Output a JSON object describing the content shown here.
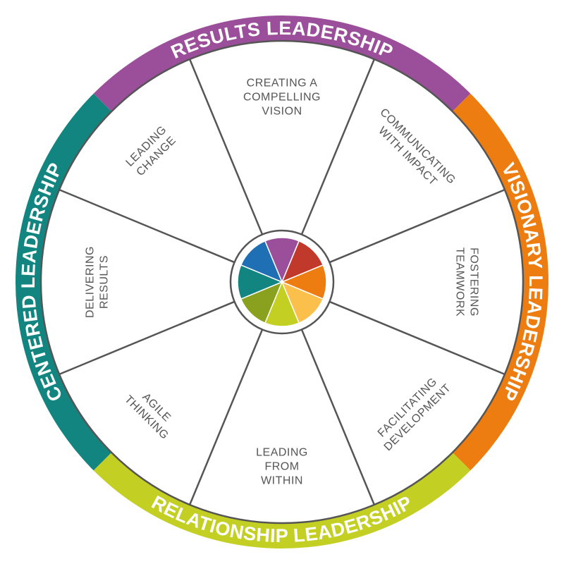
{
  "rings": [
    {
      "label": "RESULTS LEADERSHIP",
      "color": "#9b4f9b"
    },
    {
      "label": "VISIONARY LEADERSHIP",
      "color": "#ee7d11"
    },
    {
      "label": "RELATIONSHIP LEADERSHIP",
      "color": "#c3cf22"
    },
    {
      "label": "CENTERED LEADERSHIP",
      "color": "#138580"
    }
  ],
  "segments": [
    {
      "lines": [
        "DELIVERING",
        "RESULTS"
      ]
    },
    {
      "lines": [
        "LEADING",
        "CHANGE"
      ]
    },
    {
      "lines": [
        "CREATING A",
        "COMPELLING",
        "VISION"
      ]
    },
    {
      "lines": [
        "COMMUNICATING",
        "WITH IMPACT"
      ]
    },
    {
      "lines": [
        "FOSTERING",
        "TEAMWORK"
      ]
    },
    {
      "lines": [
        "FACILITATING",
        "DEVELOPMENT"
      ]
    },
    {
      "lines": [
        "LEADING",
        "FROM",
        "WITHIN"
      ]
    },
    {
      "lines": [
        "AGILE",
        "THINKING"
      ]
    }
  ],
  "hub_colors": [
    "#9b4f9b",
    "#c0392b",
    "#ee7d11",
    "#fbc04c",
    "#c3cf22",
    "#89a11e",
    "#138580",
    "#1f6fb5"
  ],
  "line_color": "#555555"
}
